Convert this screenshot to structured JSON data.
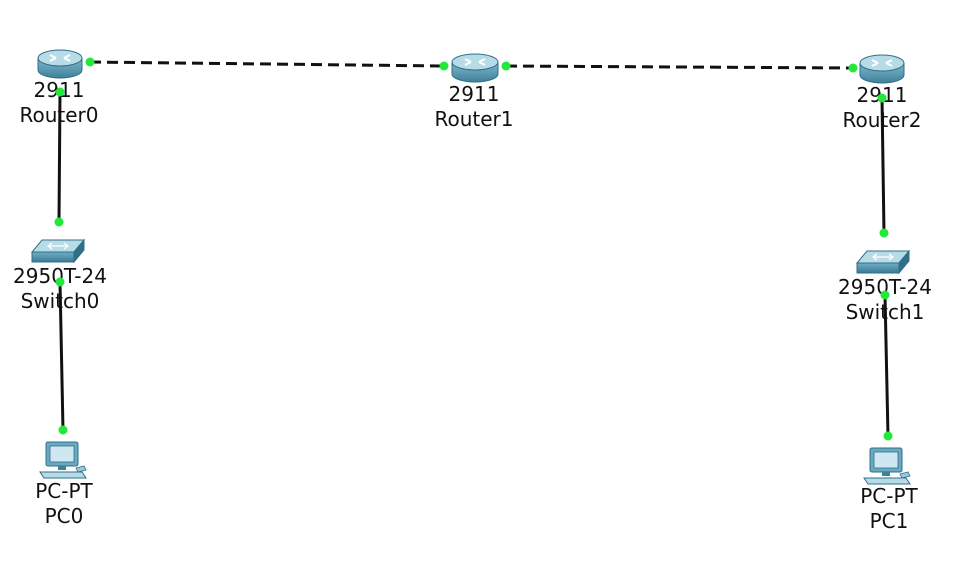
{
  "devices": [
    {
      "id": "router0",
      "kind": "router",
      "model": "2911",
      "name": "Router0"
    },
    {
      "id": "router1",
      "kind": "router",
      "model": "2911",
      "name": "Router1"
    },
    {
      "id": "router2",
      "kind": "router",
      "model": "2911",
      "name": "Router2"
    },
    {
      "id": "switch0",
      "kind": "switch",
      "model": "2950T-24",
      "name": "Switch0"
    },
    {
      "id": "switch1",
      "kind": "switch",
      "model": "2950T-24",
      "name": "Switch1"
    },
    {
      "id": "pc0",
      "kind": "pc",
      "model": "PC-PT",
      "name": "PC0"
    },
    {
      "id": "pc1",
      "kind": "pc",
      "model": "PC-PT",
      "name": "PC1"
    }
  ],
  "links": [
    {
      "id": "router0-router1",
      "from": "router0",
      "to": "router1",
      "cable": "serial",
      "status": "up"
    },
    {
      "id": "router1-router2",
      "from": "router1",
      "to": "router2",
      "cable": "serial",
      "status": "up"
    },
    {
      "id": "router0-switch0",
      "from": "router0",
      "to": "switch0",
      "cable": "straight-through",
      "status": "up"
    },
    {
      "id": "switch0-pc0",
      "from": "switch0",
      "to": "pc0",
      "cable": "straight-through",
      "status": "up"
    },
    {
      "id": "router2-switch1",
      "from": "router2",
      "to": "switch1",
      "cable": "straight-through",
      "status": "up"
    },
    {
      "id": "switch1-pc1",
      "from": "switch1",
      "to": "pc1",
      "cable": "straight-through",
      "status": "up"
    }
  ],
  "colors": {
    "link_up": "#22e83a",
    "cable": "#111111",
    "device_body": "#5fa3bd",
    "device_top": "#b8dbe8",
    "device_dark": "#2f6f87"
  }
}
